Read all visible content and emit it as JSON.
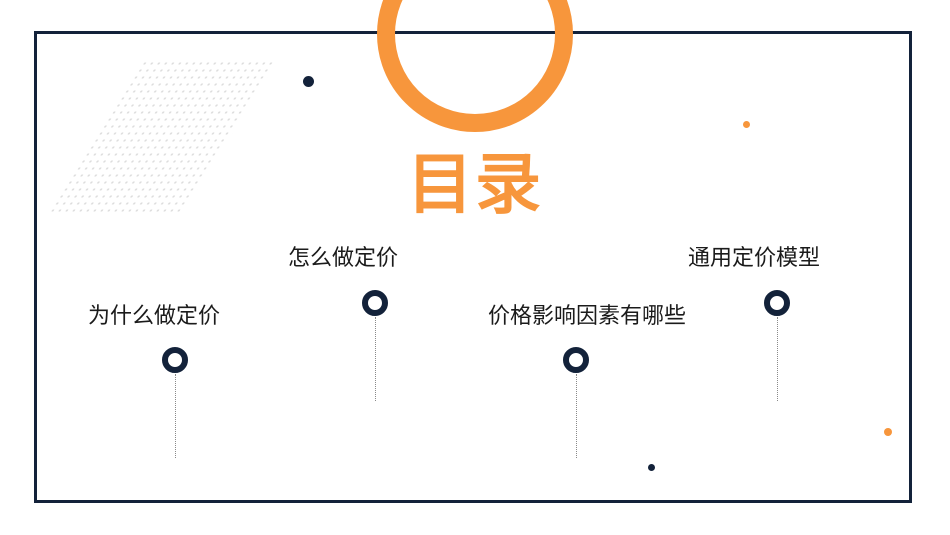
{
  "title": "目录",
  "colors": {
    "accent": "#f7963c",
    "dark": "#13223a"
  },
  "items": [
    {
      "label": "为什么做定价"
    },
    {
      "label": "怎么做定价"
    },
    {
      "label": "价格影响因素有哪些"
    },
    {
      "label": "通用定价模型"
    }
  ]
}
